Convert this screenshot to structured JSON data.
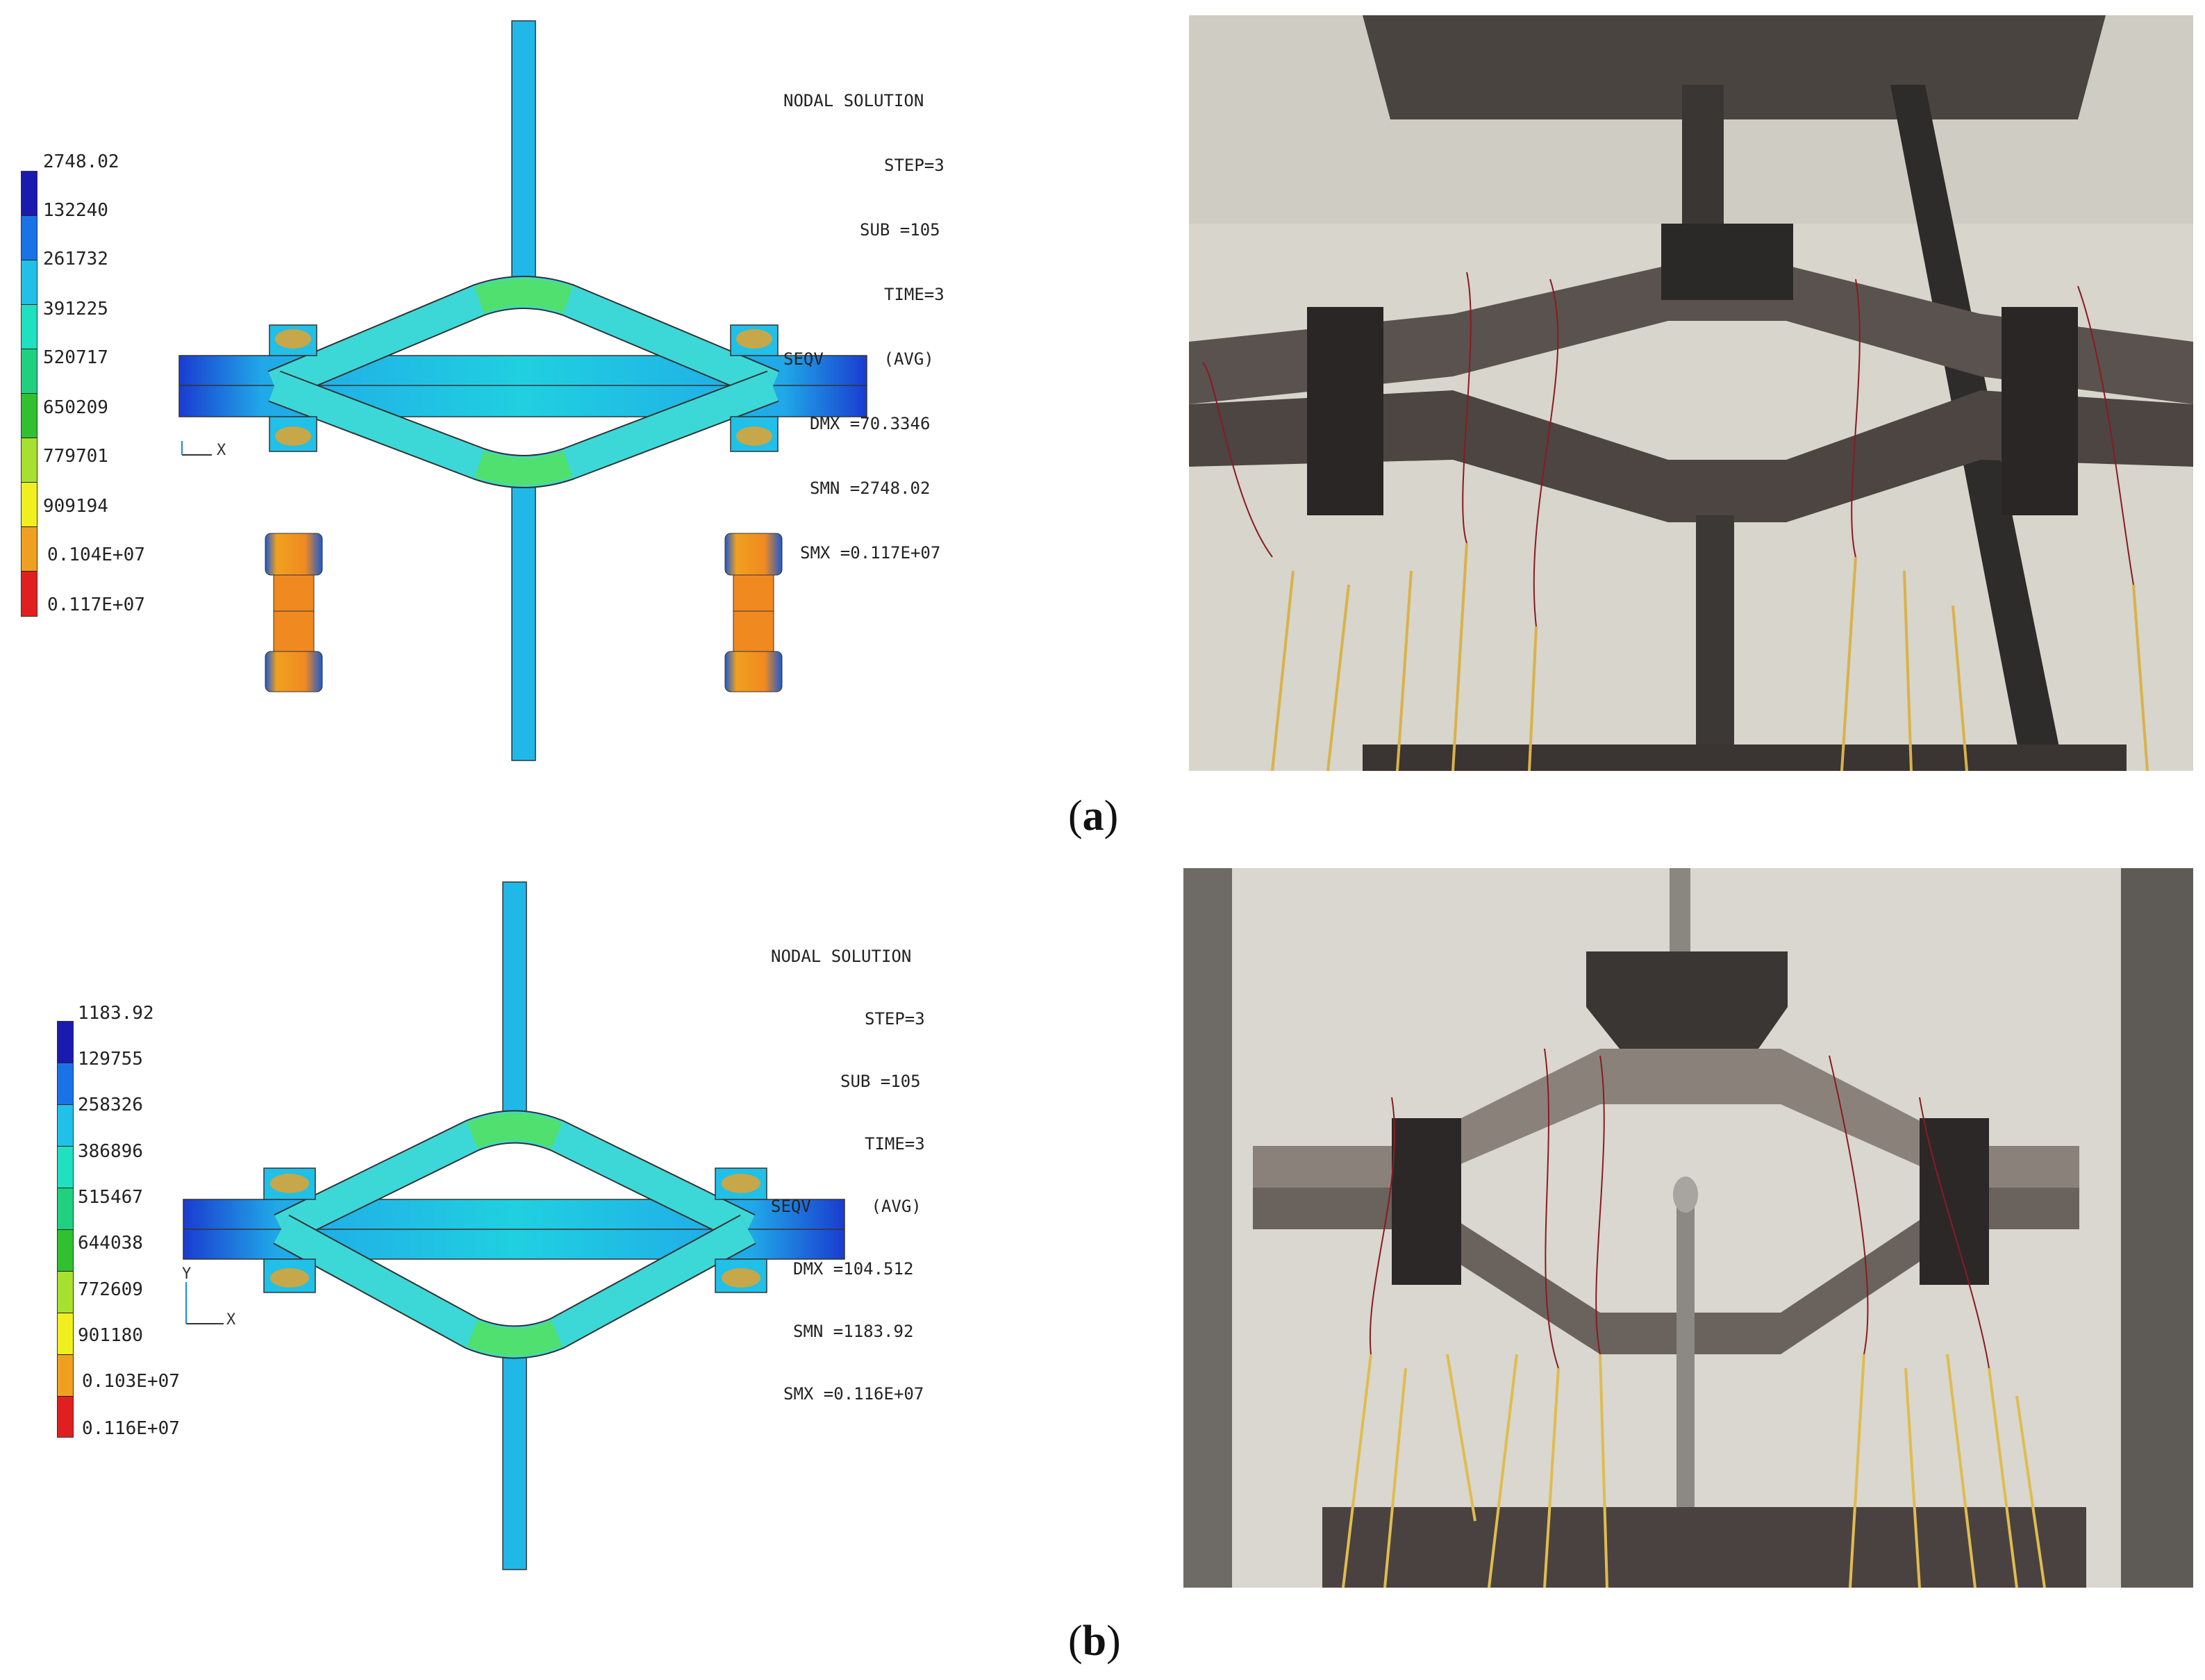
{
  "panels": [
    {
      "caption_open": "(",
      "caption_letter": "a",
      "caption_close": ")",
      "info": {
        "title": "NODAL SOLUTION",
        "step": "STEP=3",
        "sub": "SUB =105",
        "time": "TIME=3",
        "seqv": "SEQV      (AVG)",
        "dmx": "DMX =70.3346",
        "smn": "SMN =2748.02",
        "smx": "SMX =0.117E+07"
      },
      "legend": [
        "2748.02",
        "132240",
        "261732",
        "391225",
        "520717",
        "650209",
        "779701",
        "909194",
        "0.104E+07",
        "0.117E+07"
      ],
      "axis_x": "X"
    },
    {
      "caption_open": "(",
      "caption_letter": "b",
      "caption_close": ")",
      "info": {
        "title": "NODAL SOLUTION",
        "step": "STEP=3",
        "sub": "SUB =105",
        "time": "TIME=3",
        "seqv": "SEQV      (AVG)",
        "dmx": "DMX =104.512",
        "smn": "SMN =1183.92",
        "smx": "SMX =0.116E+07"
      },
      "legend": [
        "1183.92",
        "129755",
        "258326",
        "386896",
        "515467",
        "644038",
        "772609",
        "901180",
        "0.103E+07",
        "0.116E+07"
      ],
      "axis_x": "X",
      "axis_y": "Y"
    }
  ],
  "legend_colors": [
    "#1a1ab0",
    "#1a73e6",
    "#20c0e8",
    "#20e0c0",
    "#20d080",
    "#30c030",
    "#a8e030",
    "#f0f020",
    "#f0a020",
    "#e02020"
  ],
  "colors": {
    "steel_blue": "#20b8e8",
    "rib_green": "#50e070",
    "edge_blue": "#1a3cd0",
    "bolt_orange": "#f08a20"
  }
}
